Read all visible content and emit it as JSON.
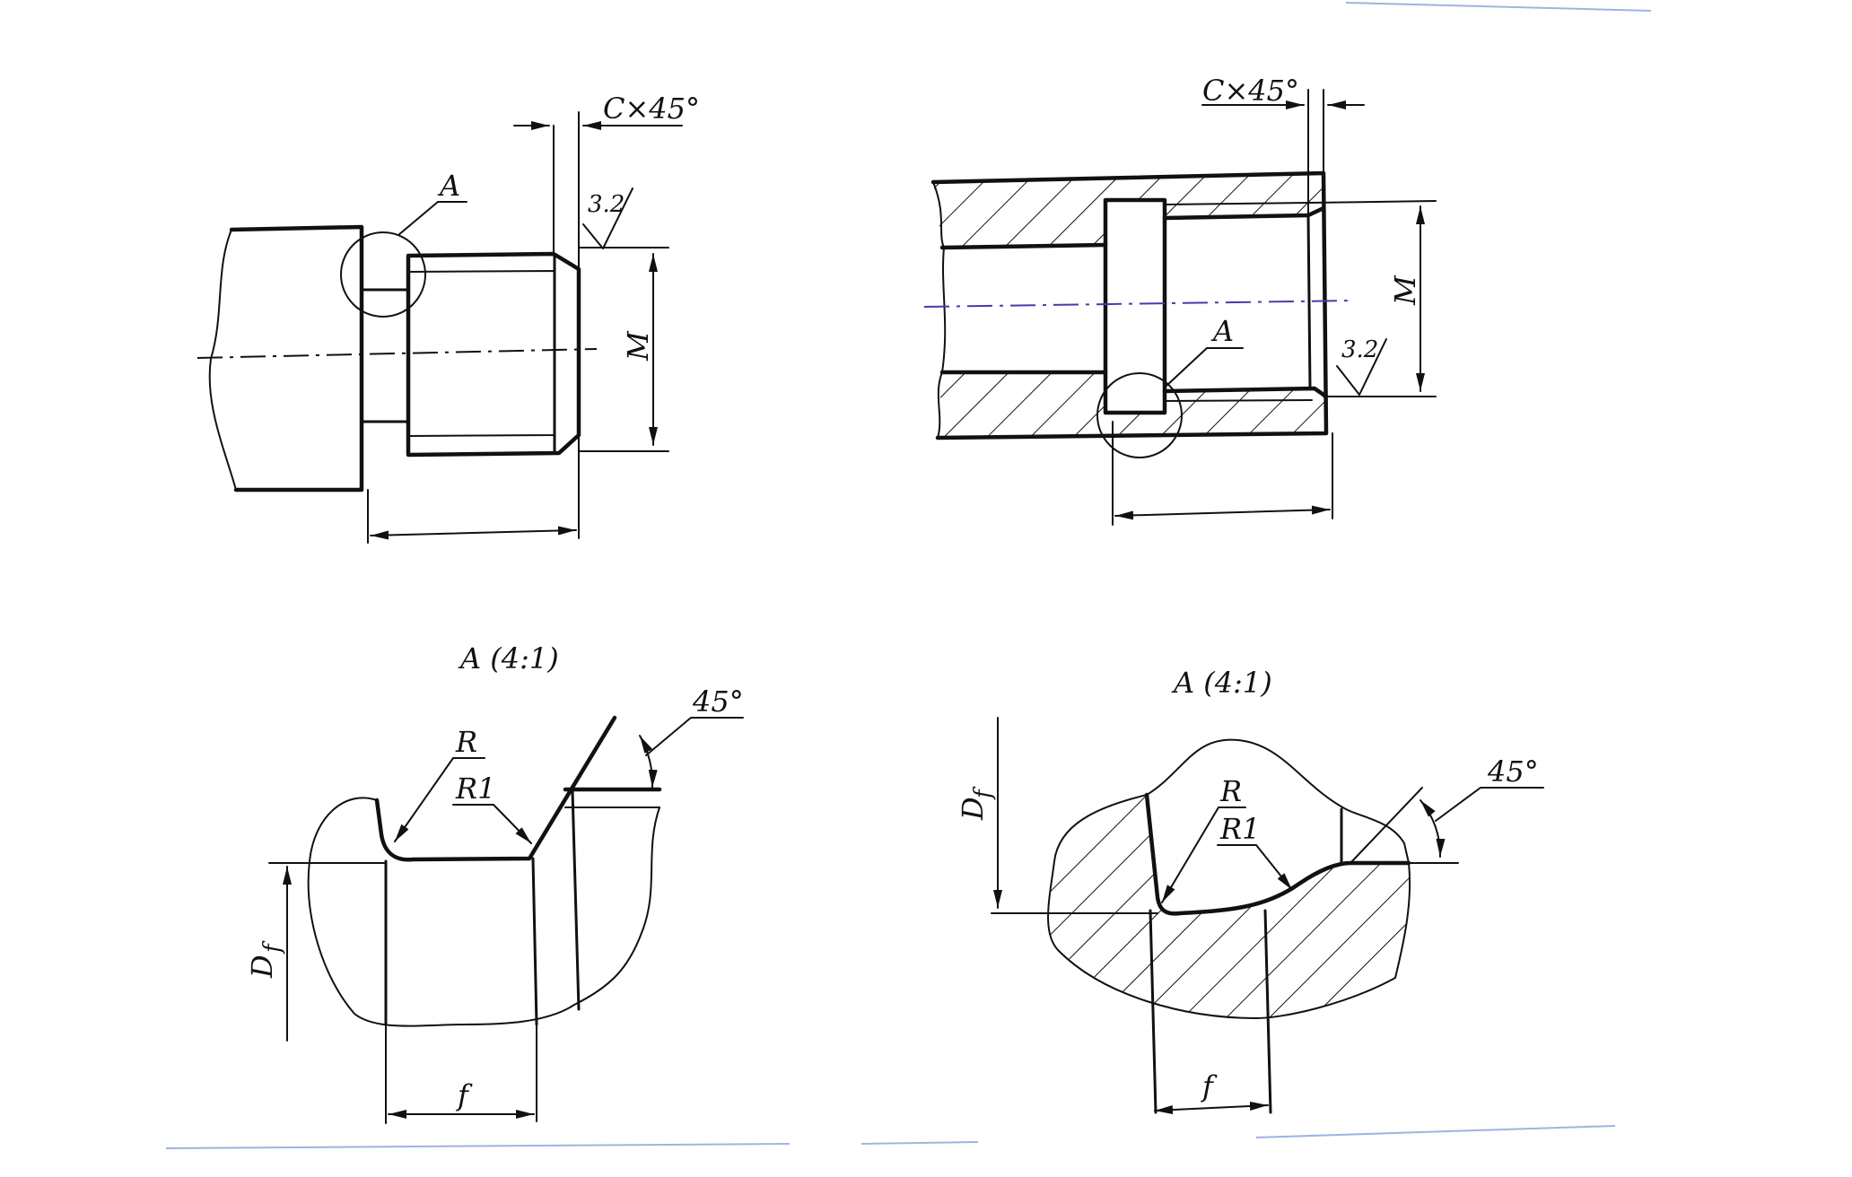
{
  "drawings": {
    "shaft": {
      "chamfer": "C×45°",
      "detail_ref": "A",
      "roughness": "3.2",
      "thread": "M"
    },
    "hole": {
      "chamfer": "C×45°",
      "detail_ref": "A",
      "roughness": "3.2",
      "thread": "M"
    },
    "detail_shaft": {
      "title": "A (4:1)",
      "angle": "45°",
      "radius": "R",
      "radius1": "R1",
      "diameter": "D",
      "diameter_sub": "f",
      "width": "f"
    },
    "detail_hole": {
      "title": "A (4:1)",
      "angle": "45°",
      "radius": "R",
      "radius1": "R1",
      "diameter": "D",
      "diameter_sub": "f",
      "width": "f"
    }
  }
}
